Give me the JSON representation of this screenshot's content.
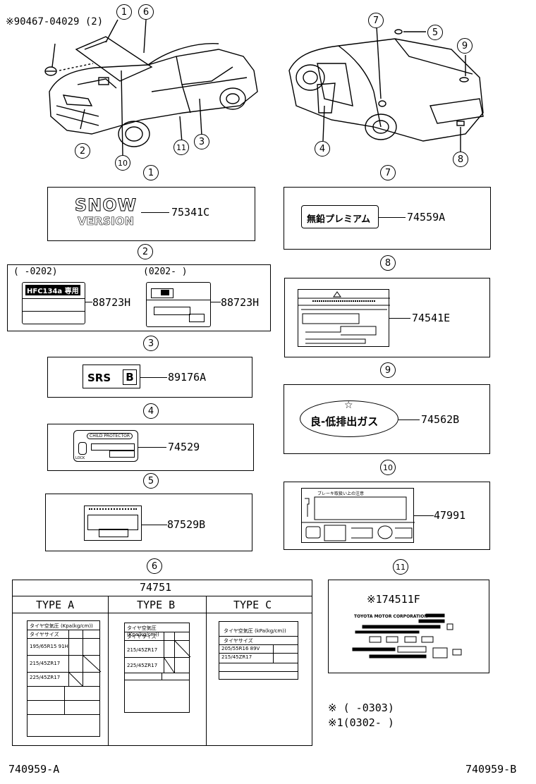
{
  "header_note": "※90467-04029 (2)",
  "callouts": {
    "c1": "1",
    "c2": "2",
    "c3": "3",
    "c4": "4",
    "c5": "5",
    "c6": "6",
    "c7": "7",
    "c8": "8",
    "c9": "9",
    "c10": "10",
    "c11": "11"
  },
  "parts": {
    "p1": {
      "circle": "1",
      "label_top": "SNOW",
      "label_bottom": "VERSION",
      "number": "75341C"
    },
    "p2": {
      "circle": "2",
      "range_left": "(     -0202)",
      "range_right": "(0202-     )",
      "left_tag": "HFC134a 専用",
      "number_left": "88723H",
      "number_right": "88723H"
    },
    "p3": {
      "circle": "3",
      "label": "SRS",
      "label_b": "B",
      "number": "89176A"
    },
    "p4": {
      "circle": "4",
      "tag": "CHILD PROTECTOR",
      "lock": "LOCK",
      "number": "74529"
    },
    "p5": {
      "circle": "5",
      "number": "87529B"
    },
    "p6": {
      "circle": "6",
      "number": "74751",
      "types": [
        {
          "name": "TYPE A",
          "hdr": "タイヤ空気圧 (Kpa(kg/cm))",
          "sub": "タイヤサイズ",
          "rows": [
            "195/65R15 91H",
            "215/45ZR17",
            "225/45ZR17"
          ]
        },
        {
          "name": "TYPE B",
          "hdr": "タイヤ空気圧 (Kpa(kg/cm))",
          "sub": "タイヤサイズ",
          "rows": [
            "215/45ZR17",
            "225/45ZR17"
          ]
        },
        {
          "name": "TYPE C",
          "hdr": "タイヤ空気圧 (kPa(kg/cm))",
          "sub": "タイヤサイズ",
          "rows": [
            "205/55R16 89V",
            "215/45ZR17"
          ]
        }
      ]
    },
    "p7": {
      "circle": "7",
      "label": "無鉛プレミアム",
      "number": "74559A"
    },
    "p8": {
      "circle": "8",
      "number": "74541E"
    },
    "p9": {
      "circle": "9",
      "label": "良-低排出ガス",
      "number": "74562B"
    },
    "p10": {
      "circle": "10",
      "heading": "ブレーキ取扱い上の注意",
      "number": "47991"
    },
    "p11": {
      "circle": "11",
      "number": "※174511F",
      "maker": "TOYOTA MOTOR CORPORATION"
    }
  },
  "footnotes": {
    "note_a": "※ (      -0303)",
    "note_b": "※1(0302-      )"
  },
  "codes": {
    "left": "740959-A",
    "right": "740959-B"
  }
}
